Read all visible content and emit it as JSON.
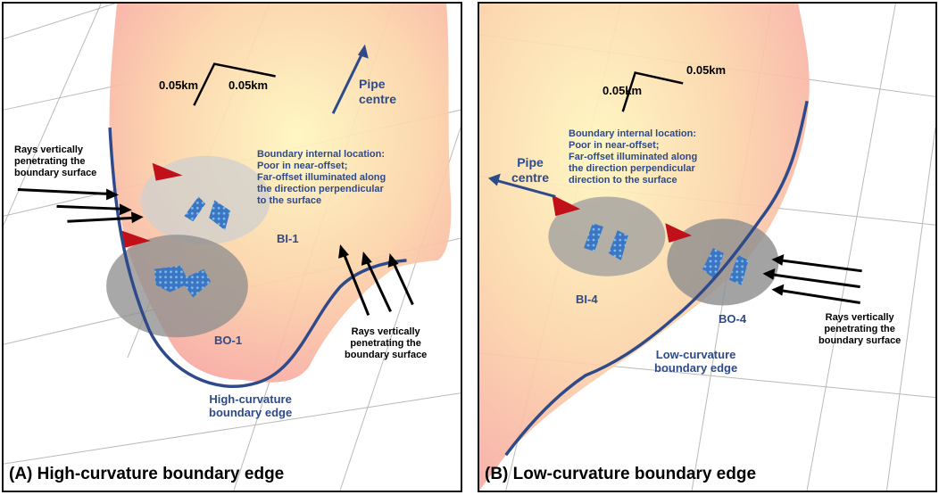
{
  "panels": {
    "a": {
      "caption": "(A) High-curvature boundary edge",
      "scale_left": "0.05km",
      "scale_right": "0.05km",
      "pipe_label": "Pipe\ncentre",
      "rays_left": "Rays vertically\npenetrating the\nboundary surface",
      "rays_right": "Rays vertically\npenetrating the\nboundary surface",
      "note": "Boundary internal location:\nPoor in near-offset;\nFar-offset illuminated along\nthe direction perpendicular\nto the surface",
      "inner_label": "BI-1",
      "outer_label": "BO-1",
      "edge_label": "High-curvature\nboundary edge"
    },
    "b": {
      "caption": "(B) Low-curvature boundary edge",
      "scale_left": "0.05km",
      "scale_right": "0.05km",
      "pipe_label": "Pipe\ncentre",
      "rays_right": "Rays vertically\npenetrating the\nboundary surface",
      "note": "Boundary internal location:\nPoor in near-offset;\nFar-offset illuminated along\nthe direction perpendicular\ndirection to the surface",
      "inner_label": "BI-4",
      "outer_label": "BO-4",
      "edge_label": "Low-curvature\nboundary edge"
    }
  },
  "colors": {
    "boundary_line": "#2e4a8a",
    "label_blue": "#2e4a8a",
    "marker_red": "#c0101a",
    "body_core": "#fdf4b8",
    "body_edge": "#f8b8b0",
    "ellipse_grey": "#9a9a9a"
  }
}
